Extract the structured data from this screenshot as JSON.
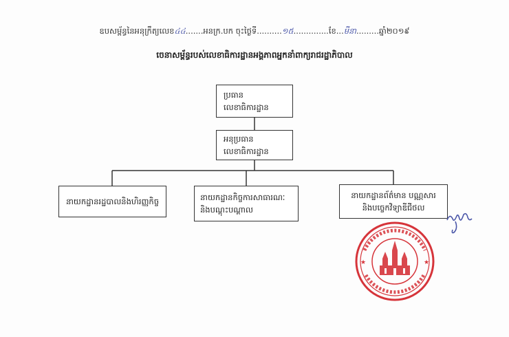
{
  "header": {
    "annex_prefix": "ឧបសម្ព័ន្ធនៃអនុក្រឹត្យលេខ",
    "annex_number": "៤៤",
    "annex_middle": "អនក្រ.បក ចុះថ្ងៃទី",
    "annex_day": "១៥",
    "annex_month_label": "ខែ",
    "annex_month": "មីនា",
    "annex_year": "ឆ្នាំ២០១៩",
    "title": "ចេនាសម្ព័ន្ធរបស់លេខាធិការដ្ឋានអង្គភាពអ្នកនាំពាក្យរាជរដ្ឋាភិបាល"
  },
  "org_chart": {
    "chief": [
      "ប្រធាន",
      "លេខាធិការដ្ឋាន"
    ],
    "deputy": [
      "អនុប្រធាន",
      "លេខាធិការដ្ឋាន"
    ],
    "offices": [
      [
        "នាយកដ្ឋានរដ្ឋបាលនិងហិរញ្ញកិច្ច"
      ],
      [
        "នាយកដ្ឋានកិច្ចការសាធារណៈ",
        "និងបណ្តុះបណ្តាល"
      ],
      [
        "នាយកដ្ឋានព័ត៌មាន បណ្ណសារ",
        "និងបច្ចេកវិទ្យាឌីជីថល"
      ]
    ]
  },
  "stamp": {
    "color": "#d6343a"
  },
  "colors": {
    "handwriting": "#4a56a8",
    "stamp": "#d6343a",
    "line": "#333333"
  }
}
